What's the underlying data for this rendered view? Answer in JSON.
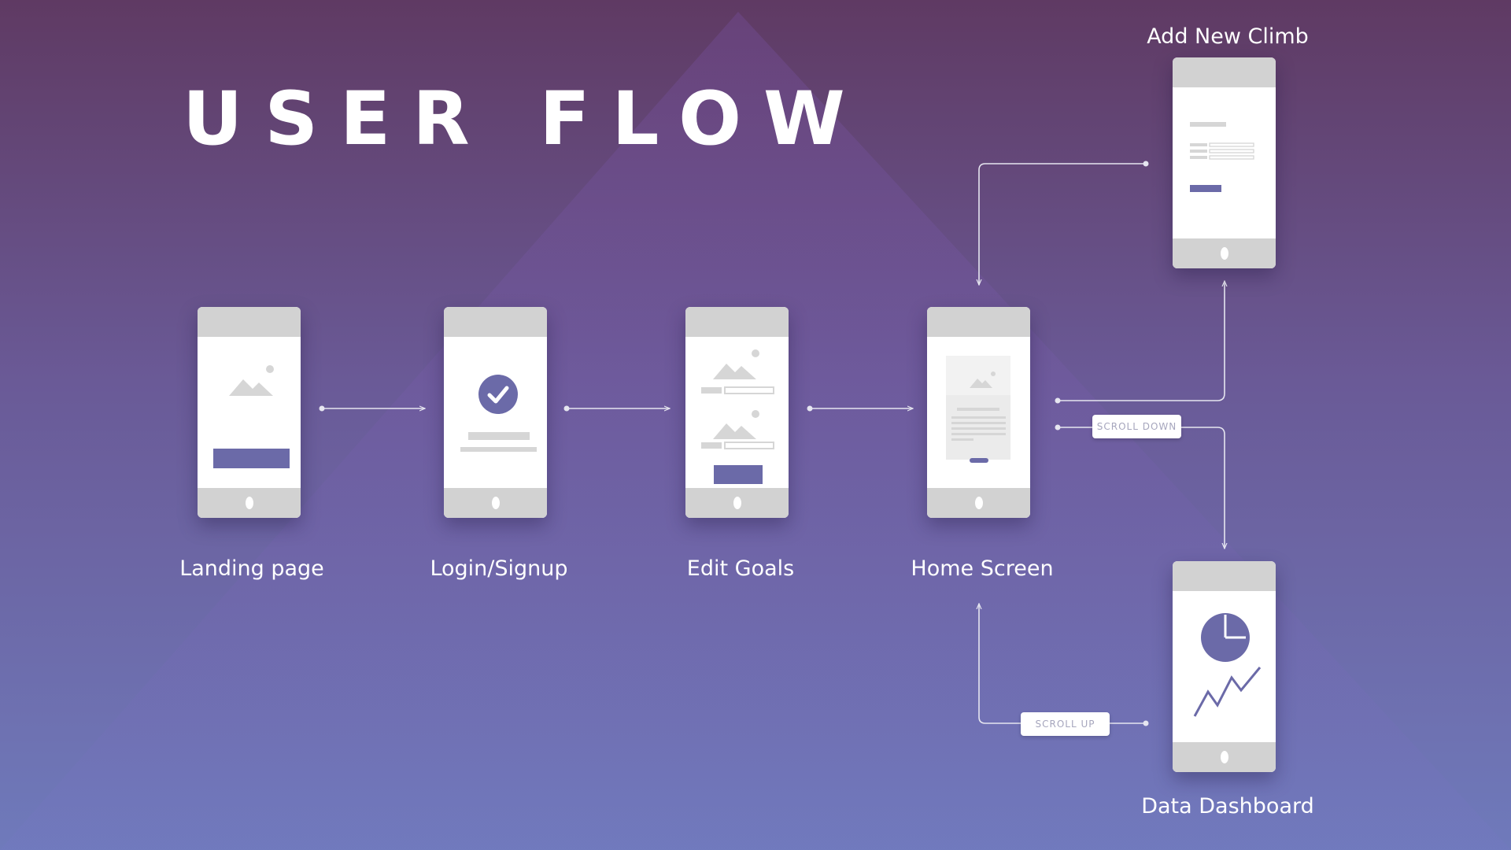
{
  "title": "USER FLOW",
  "screens": {
    "landing": "Landing page",
    "login": "Login/Signup",
    "goals": "Edit Goals",
    "home": "Home Screen",
    "add_climb": "Add New Climb",
    "dashboard": "Data Dashboard"
  },
  "tags": {
    "scroll_down": "SCROLL DOWN",
    "scroll_up": "SCROLL UP"
  },
  "colors": {
    "accent": "#6b6aa8",
    "phone_frame": "#d2d2d2",
    "placeholder": "#d6d6d6"
  }
}
